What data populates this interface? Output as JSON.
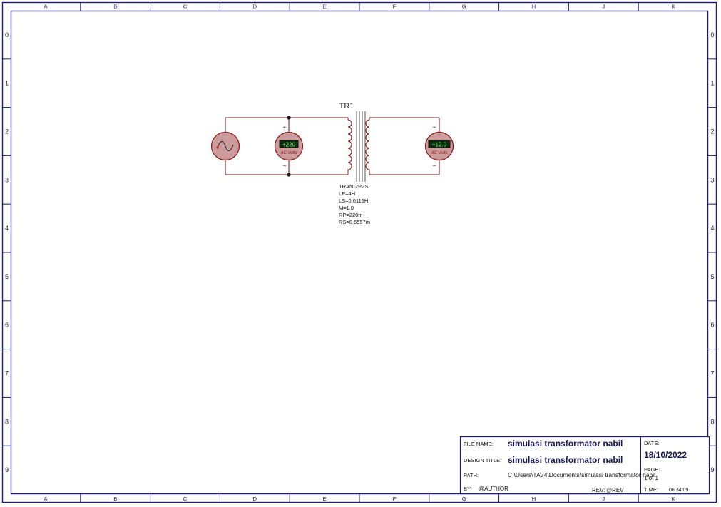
{
  "sheet": {
    "columns": [
      "A",
      "B",
      "C",
      "D",
      "E",
      "F",
      "G",
      "H",
      "J",
      "K"
    ],
    "rows": [
      "0",
      "1",
      "2",
      "3",
      "4",
      "5",
      "6",
      "7",
      "8",
      "9"
    ],
    "border_color": "#1c1c6e",
    "wire_color": "#6e1010"
  },
  "components": {
    "transformer": {
      "ref": "TR1",
      "model": "TRAN-2P2S",
      "params": [
        "LP=4H",
        "LS=0.0119H",
        "M=1.0",
        "RP=220m",
        "RS=0.6557m"
      ]
    },
    "voltmeter_primary": {
      "reading": "+220",
      "label": "AC Volts",
      "plus": "+",
      "minus": "−"
    },
    "voltmeter_secondary": {
      "reading": "+12.0",
      "label": "AC Volts",
      "plus": "+",
      "minus": "−"
    },
    "source": {
      "symbol": "sine-wave-icon"
    }
  },
  "title_block": {
    "file_name_label": "FILE NAME:",
    "file_name": "simulasi transformator nabil",
    "design_title_label": "DESIGN TITLE:",
    "design_title": "simulasi transformator nabil",
    "path_label": "PATH:",
    "path": "C:\\Users\\TAV4\\Documents\\simulasi transformator nabil",
    "by_label": "BY:",
    "by": "@AUTHOR",
    "rev_label": "REV:",
    "rev": "@REV",
    "date_label": "DATE:",
    "date": "18/10/2022",
    "page_label": "PAGE:",
    "page": "1 of 1",
    "time_label": "TIME:",
    "time": "06:34:09"
  }
}
